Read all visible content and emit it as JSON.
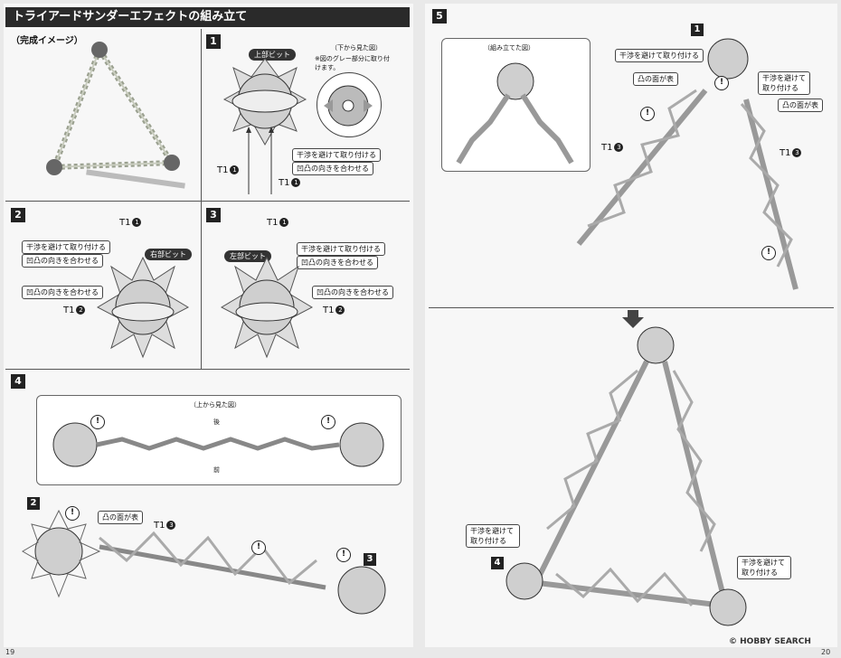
{
  "left_page": {
    "title": "トライアードサンダーエフェクトの組み立て",
    "page_number": "19",
    "completed_image_label": "（完成イメージ）",
    "step1": {
      "number": "1",
      "top_bit_tag": "上部ビット",
      "inset_title": "（下から見た図）",
      "inset_note": "※図のグレー部分に取り付けます。",
      "note_avoid": "干渉を避けて取り付ける",
      "note_orient": "凹凸の向きを合わせる",
      "part_a": "T1",
      "part_a_num": "1",
      "part_b": "T1",
      "part_b_num": "1"
    },
    "step2": {
      "number": "2",
      "part_top": "T1",
      "part_top_num": "1",
      "note_avoid": "干渉を避けて取り付ける",
      "note_orient": "凹凸の向きを合わせる",
      "right_bit_tag": "右部ビット",
      "note_orient_2": "凹凸の向きを合わせる",
      "part_side": "T1",
      "part_side_num": "2"
    },
    "step3": {
      "number": "3",
      "part_top": "T1",
      "part_top_num": "1",
      "note_avoid": "干渉を避けて取り付ける",
      "note_orient": "凹凸の向きを合わせる",
      "left_bit_tag": "左部ビット",
      "note_orient_2": "凹凸の向きを合わせる",
      "part_side": "T1",
      "part_side_num": "2"
    },
    "step4": {
      "number": "4",
      "inset_title": "（上から見た図）",
      "back_label": "後",
      "front_label": "前",
      "ref2": "2",
      "ref3": "3",
      "note_face": "凸の面が表",
      "part": "T1",
      "part_num": "3"
    }
  },
  "right_page": {
    "page_number": "20",
    "step5": {
      "number": "5",
      "inset_title": "（組み立てた図）",
      "ref1": "1",
      "note_avoid_1": "干渉を避けて取り付ける",
      "note_avoid_2": "干渉を避けて取り付ける",
      "note_face_1": "凸の面が表",
      "note_face_2": "凸の面が表",
      "part_left": "T1",
      "part_left_num": "3",
      "part_right": "T1",
      "part_right_num": "3",
      "ref4": "4",
      "note_bottom_left": "干渉を避けて取り付ける",
      "note_bottom_right": "干渉を避けて取り付ける"
    }
  },
  "watermark": "© HOBBY SEARCH"
}
